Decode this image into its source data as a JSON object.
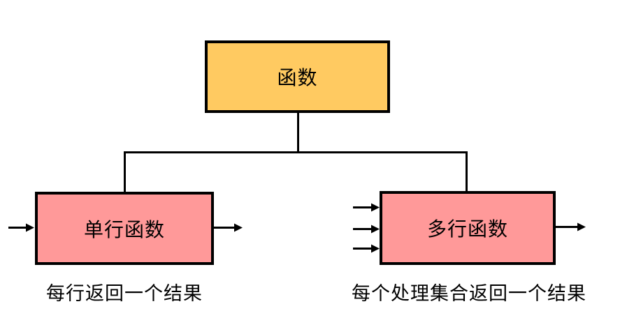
{
  "diagram": {
    "title": "SQL function types diagram",
    "root": {
      "label": "函数"
    },
    "children": [
      {
        "label": "单行函数",
        "caption": "每行返回一个结果",
        "input_arrows": 1,
        "output_arrows": 1
      },
      {
        "label": "多行函数",
        "caption": "每个处理集合返回一个结果",
        "input_arrows": 3,
        "output_arrows": 1
      }
    ],
    "icons": {
      "flow_arrow": "right-arrow"
    },
    "colors": {
      "background": "#FFFFFF",
      "line": "#000000",
      "root_fill": "#FFCA61",
      "child_fill": "#FF9999"
    }
  }
}
